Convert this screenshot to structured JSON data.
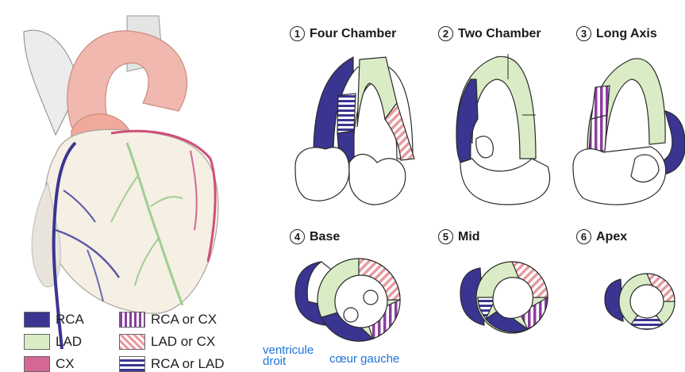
{
  "views": [
    {
      "num": "1",
      "label": "Four Chamber"
    },
    {
      "num": "2",
      "label": "Two Chamber"
    },
    {
      "num": "3",
      "label": "Long Axis"
    },
    {
      "num": "4",
      "label": "Base"
    },
    {
      "num": "5",
      "label": "Mid"
    },
    {
      "num": "6",
      "label": "Apex"
    }
  ],
  "legend": [
    {
      "label": "RCA",
      "style": "solid",
      "color": "#3a3591"
    },
    {
      "label": "RCA or CX",
      "style": "vertical-stripes",
      "color": "#8b3f9e"
    },
    {
      "label": "LAD",
      "style": "solid",
      "color": "#d9ecc6"
    },
    {
      "label": "LAD or CX",
      "style": "diagonal-stripes",
      "color": "#e79aa0"
    },
    {
      "label": "CX",
      "style": "solid",
      "color": "#d36796"
    },
    {
      "label": "RCA or LAD",
      "style": "horizontal-stripes",
      "color": "#3a3591"
    }
  ],
  "annotations": {
    "right_ventricle": "ventricule droit",
    "left_heart": "cœur gauche"
  },
  "colors": {
    "rca": "#3a3591",
    "lad": "#d9ecc6",
    "cx": "#d36796",
    "stroke": "#2a2a2a"
  }
}
